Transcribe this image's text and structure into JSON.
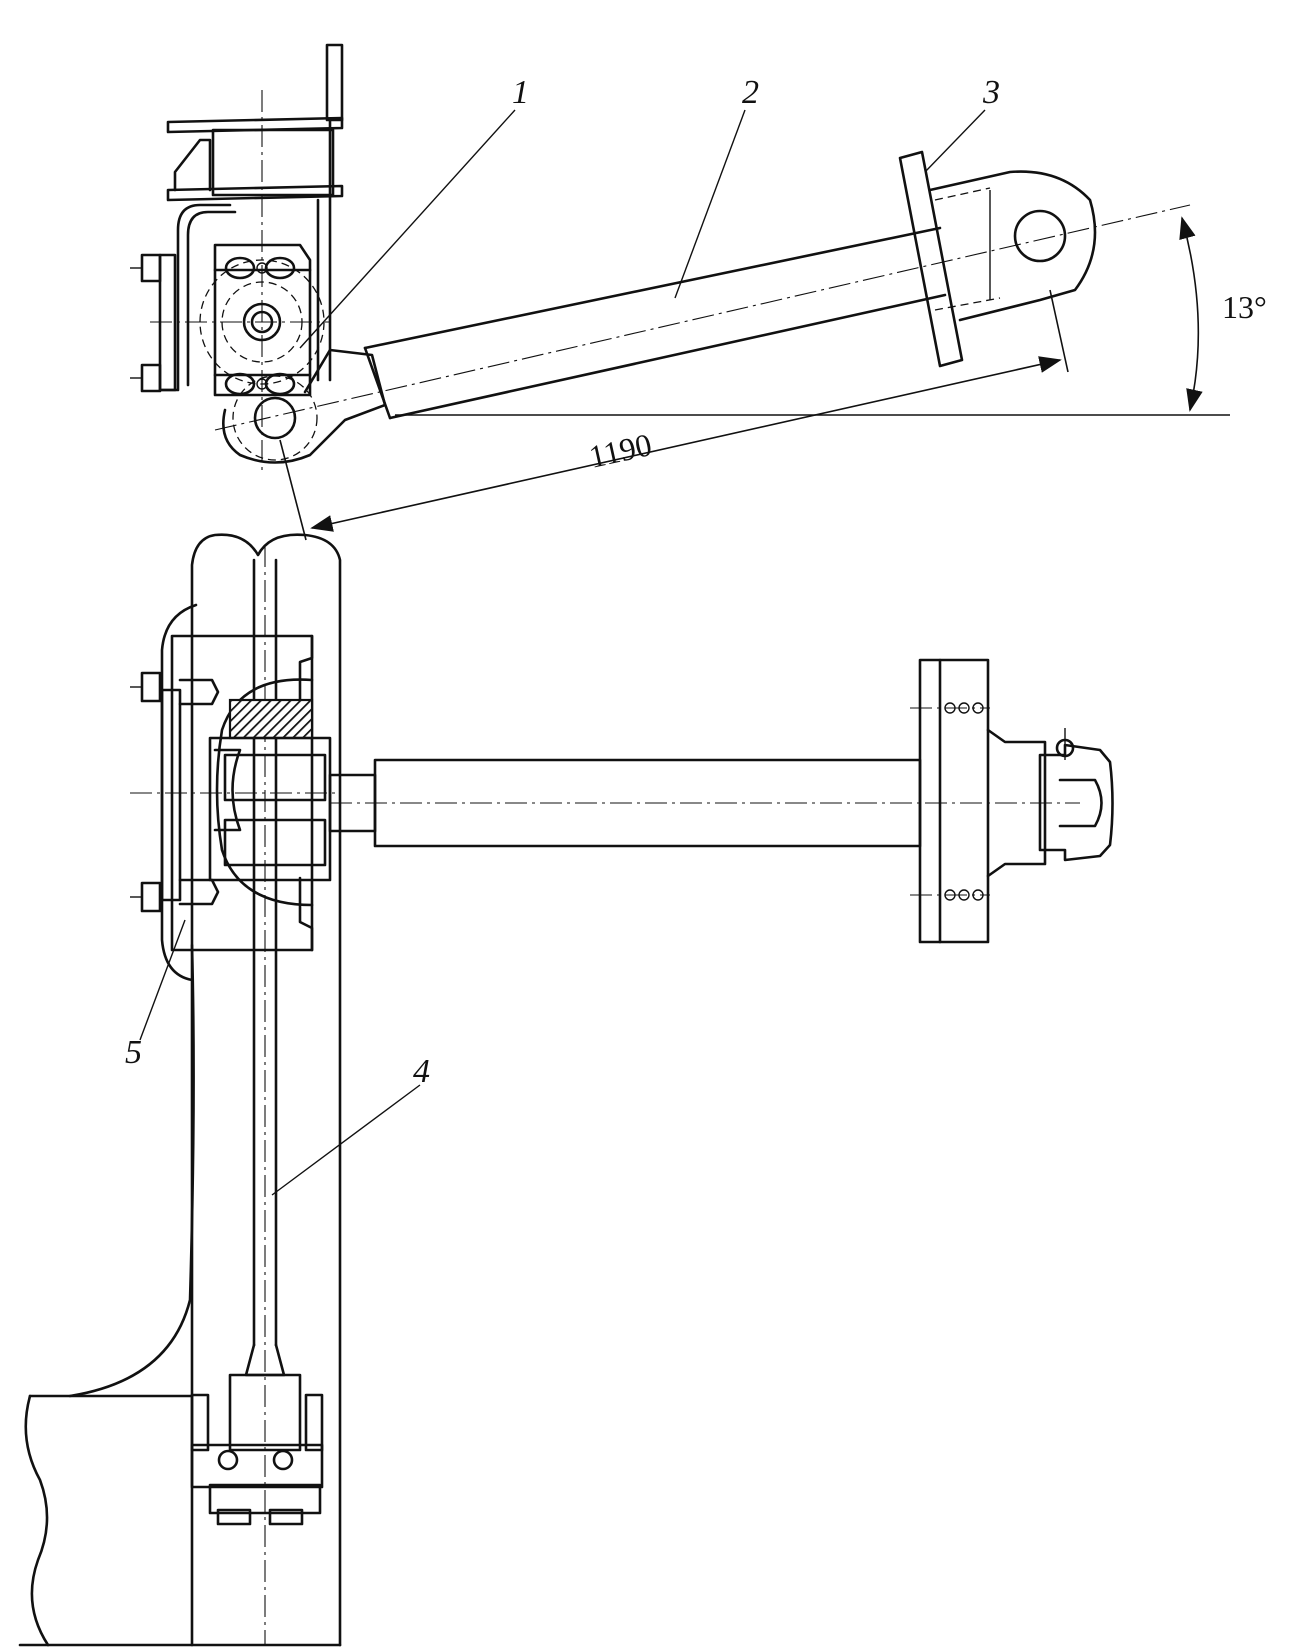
{
  "labels": {
    "part_1": "1",
    "part_2": "2",
    "part_3": "3",
    "part_4": "4",
    "part_5": "5"
  },
  "dimensions": {
    "length": "1190",
    "angle": "13°"
  },
  "colors": {
    "line": "#111111",
    "background": "#ffffff"
  }
}
